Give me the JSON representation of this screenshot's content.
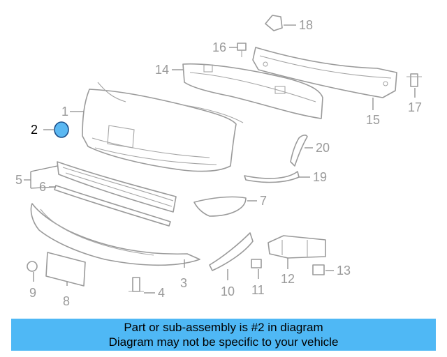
{
  "callouts": {
    "c1": "1",
    "c2": "2",
    "c3": "3",
    "c4": "4",
    "c5": "5",
    "c6": "6",
    "c7": "7",
    "c8": "8",
    "c9": "9",
    "c10": "10",
    "c11": "11",
    "c12": "12",
    "c13": "13",
    "c14": "14",
    "c15": "15",
    "c16": "16",
    "c17": "17",
    "c18": "18",
    "c19": "19",
    "c20": "20"
  },
  "highlighted_part": "2",
  "colors": {
    "highlight_fill": "#5bb8f2",
    "banner_bg": "#4fb8f5",
    "line_gray": "#9a9a9a"
  },
  "banner": {
    "line1": "Part or sub-assembly is #2 in diagram",
    "line2": "Diagram may not be specific to your vehicle"
  }
}
